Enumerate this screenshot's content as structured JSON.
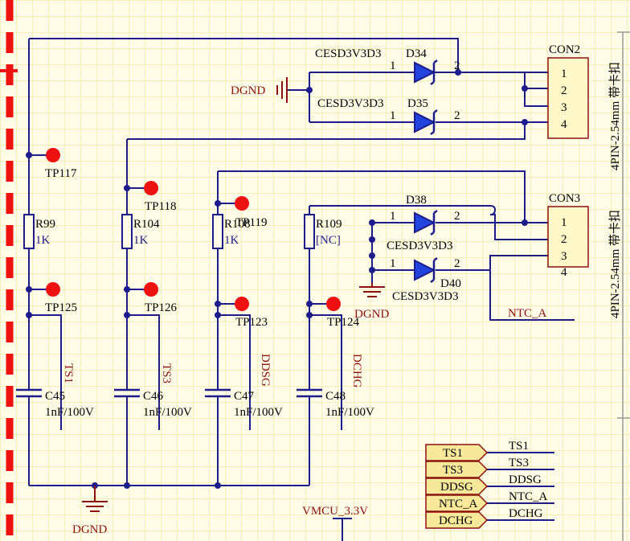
{
  "diodes": [
    {
      "ref": "D34",
      "part": "CESD3V3D3",
      "pin1": "1",
      "pin2": "2"
    },
    {
      "ref": "D35",
      "part": "CESD3V3D3",
      "pin1": "1",
      "pin2": "2"
    },
    {
      "ref": "D38",
      "part": "CESD3V3D3",
      "pin1": "1",
      "pin2": "2"
    },
    {
      "ref": "D40",
      "part": "CESD3V3D3",
      "pin1": "1",
      "pin2": "2"
    }
  ],
  "connectors": [
    {
      "ref": "CON2",
      "pins": [
        "1",
        "2",
        "3",
        "4"
      ],
      "desc": "4PIN-2.54mm 带卡扣"
    },
    {
      "ref": "CON3",
      "pins": [
        "1",
        "2",
        "3",
        "4"
      ],
      "desc": "4PIN-2.54mm 带卡扣"
    }
  ],
  "resistors": [
    {
      "ref": "R99",
      "value": "1K"
    },
    {
      "ref": "R104",
      "value": "1K"
    },
    {
      "ref": "R108",
      "value": "1K"
    },
    {
      "ref": "R109",
      "value": "[NC]"
    }
  ],
  "capacitors": [
    {
      "ref": "C45",
      "value": "1nF/100V"
    },
    {
      "ref": "C46",
      "value": "1nF/100V"
    },
    {
      "ref": "C47",
      "value": "1nF/100V"
    },
    {
      "ref": "C48",
      "value": "1nF/100V"
    }
  ],
  "testpoints": [
    "TP117",
    "TP118",
    "TP119",
    "TP125",
    "TP126",
    "TP123",
    "TP124"
  ],
  "grounds": {
    "g1": "DGND",
    "g2": "DGND",
    "g3": "DGND"
  },
  "nets": {
    "ts1": "TS1",
    "ts3": "TS3",
    "ddsg": "DDSG",
    "dchg": "DCHG",
    "ntc": "NTC_A"
  },
  "power": "VMCU_3.3V",
  "ports": [
    {
      "label": "TS1",
      "net": "TS1"
    },
    {
      "label": "TS3",
      "net": "TS3"
    },
    {
      "label": "DDSG",
      "net": "DDSG"
    },
    {
      "label": "NTC_A",
      "net": "NTC_A"
    },
    {
      "label": "DCHG",
      "net": "DCHG"
    }
  ]
}
